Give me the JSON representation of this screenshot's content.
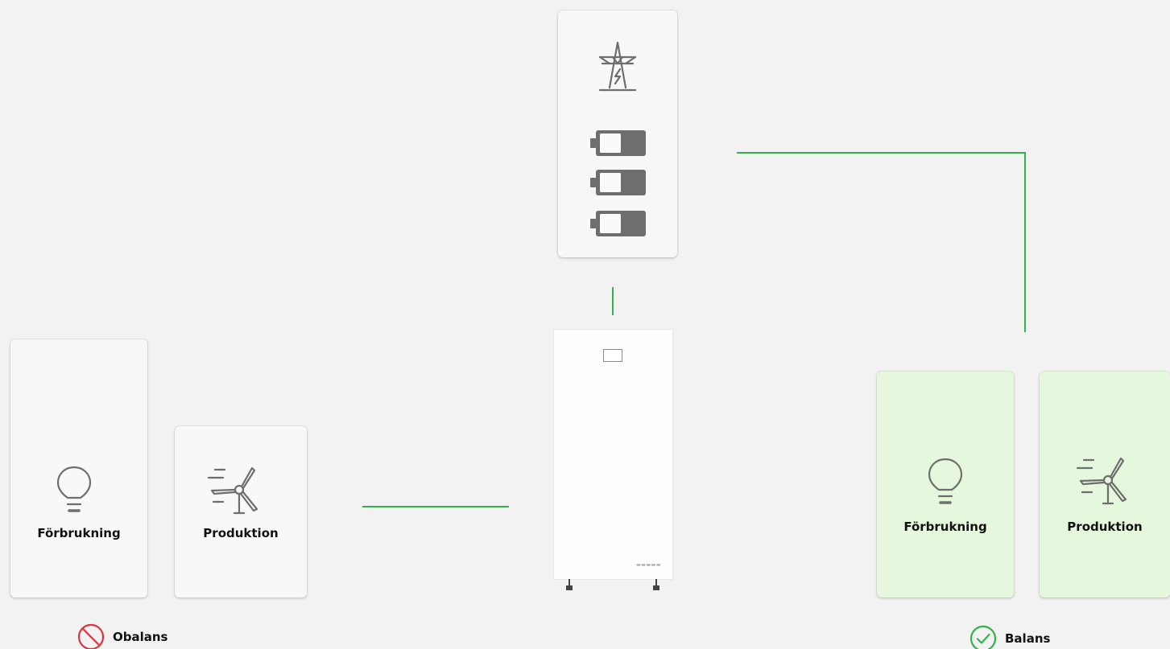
{
  "left_group": {
    "consumption_label": "Förbrukning",
    "production_label": "Produktion",
    "status_text": "Obalans",
    "status_icon": "prohibited-icon",
    "status_color": "#d9363e"
  },
  "right_group": {
    "consumption_label": "Förbrukning",
    "production_label": "Produktion",
    "status_text": "Balans",
    "status_icon": "check-circle-icon",
    "status_color": "#34b04a"
  },
  "grid_card": {
    "icon": "power-pylon-icon",
    "battery_icon": "battery-icon",
    "battery_count": 3
  },
  "battery_unit": {
    "screen_icon": "display-icon"
  },
  "colors": {
    "connector": "#34b04a",
    "background": "#f2f2f2",
    "balanced_card": "#e5f7dc",
    "card": "#f8f8f8",
    "icon": "#6e6e6e"
  }
}
